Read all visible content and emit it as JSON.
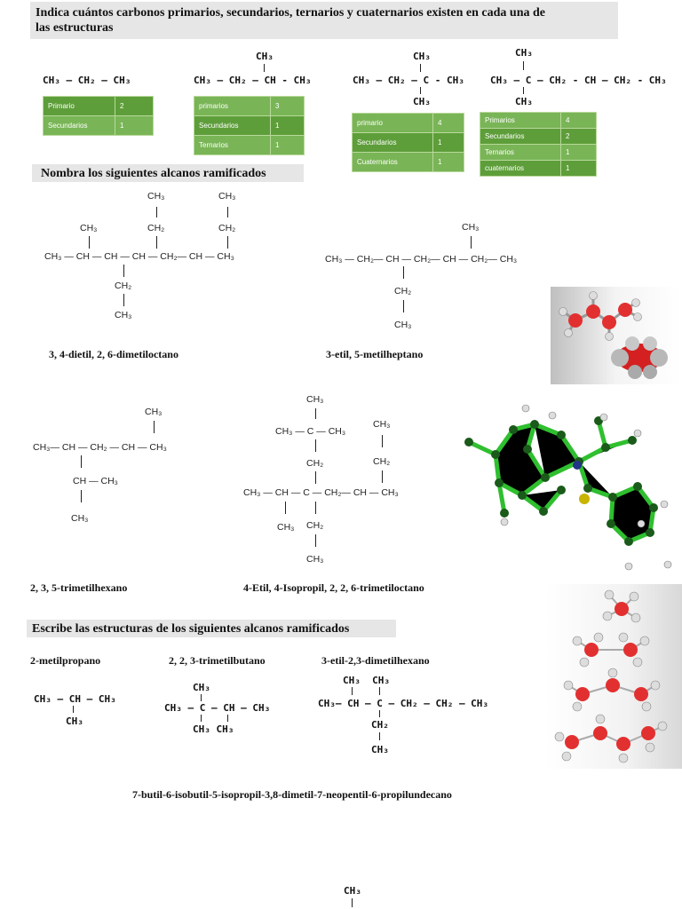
{
  "section1": {
    "title_line1": "Indica cuántos carbonos primarios, secundarios, ternarios y cuaternarios existen en cada una de",
    "title_line2": "las estructuras"
  },
  "struct1": {
    "formula": "CH₃ – CH₂ – CH₃",
    "table": [
      [
        "Primario",
        "2"
      ],
      [
        "Secundarios",
        "1"
      ]
    ]
  },
  "struct2": {
    "formula_top": "CH₃",
    "formula_main": "CH₃ – CH₂ – CH - CH₃",
    "table": [
      [
        "primarios",
        "3"
      ],
      [
        "Secundarios",
        "1"
      ],
      [
        "Ternarios",
        "1"
      ]
    ]
  },
  "struct3": {
    "formula_top": "CH₃",
    "formula_main": "CH₃ – CH₂ – C - CH₃",
    "formula_bottom": "CH₃",
    "table": [
      [
        "primario",
        "4"
      ],
      [
        "Secundarios",
        "1"
      ],
      [
        "Cuaternarios",
        "1"
      ]
    ]
  },
  "struct4": {
    "formula_top": "CH₃",
    "formula_main": "CH₃ – C – CH₂ - CH – CH₂ - CH₃",
    "formula_bottom": "CH₃",
    "table": [
      [
        "Primarios",
        "4"
      ],
      [
        "Secundarios",
        "2"
      ],
      [
        "Ternarios",
        "1"
      ],
      [
        "cuaternarios",
        "1"
      ]
    ]
  },
  "section2": {
    "title": "Nombra los siguientes alcanos ramificados"
  },
  "names": {
    "n1": "3, 4-dietil, 2, 6-dimetiloctano",
    "n2": "3-etil, 5-metilheptano",
    "n3": "2, 3, 5-trimetilhexano",
    "n4": "4-Etil, 4-Isopropil, 2, 2, 6-trimetiloctano"
  },
  "molecule_text": {
    "ch3": "CH₃",
    "ch2": "CH₂",
    "ch": "CH",
    "c": "C",
    "chain1": "CH₃ — CH — CH — CH — CH₂— CH — CH₃",
    "chain2": "CH₃ — CH₂— CH — CH₂— CH — CH₂— CH₃",
    "chain3": "CH₃— CH — CH₂ — CH — CH₃",
    "chain3b": "CH — CH₃",
    "chain4": "CH₃ — CH — C — CH₂— CH — CH₃",
    "chain4top": "CH₃ — C — CH₃"
  },
  "section3": {
    "title": "Escribe las estructuras de los siguientes alcanos ramificados"
  },
  "write": {
    "w1_name": "2-metilpropano",
    "w2_name": "2, 2, 3-trimetilbutano",
    "w3_name": "3-etil-2,3-dimetilhexano",
    "w1_main": "CH₃ – CH – CH₃",
    "w2_main": "CH₃ – C – CH – CH₃",
    "w2_bottom": "CH₃ CH₃",
    "w3_top": "CH₃  CH₃",
    "w3_main": "CH₃– CH – C – CH₂ – CH₂ – CH₃",
    "long_name": "7-butil-6-isobutil-5-isopropil-3,8-dimetil-7-neopentil-6-propilundecano"
  },
  "colors": {
    "green_dark": "#5e9e3a",
    "green_light": "#79b556",
    "header_bg": "#e6e6e6",
    "atom_red": "#e23030",
    "bond_green": "#2fbf2f"
  }
}
